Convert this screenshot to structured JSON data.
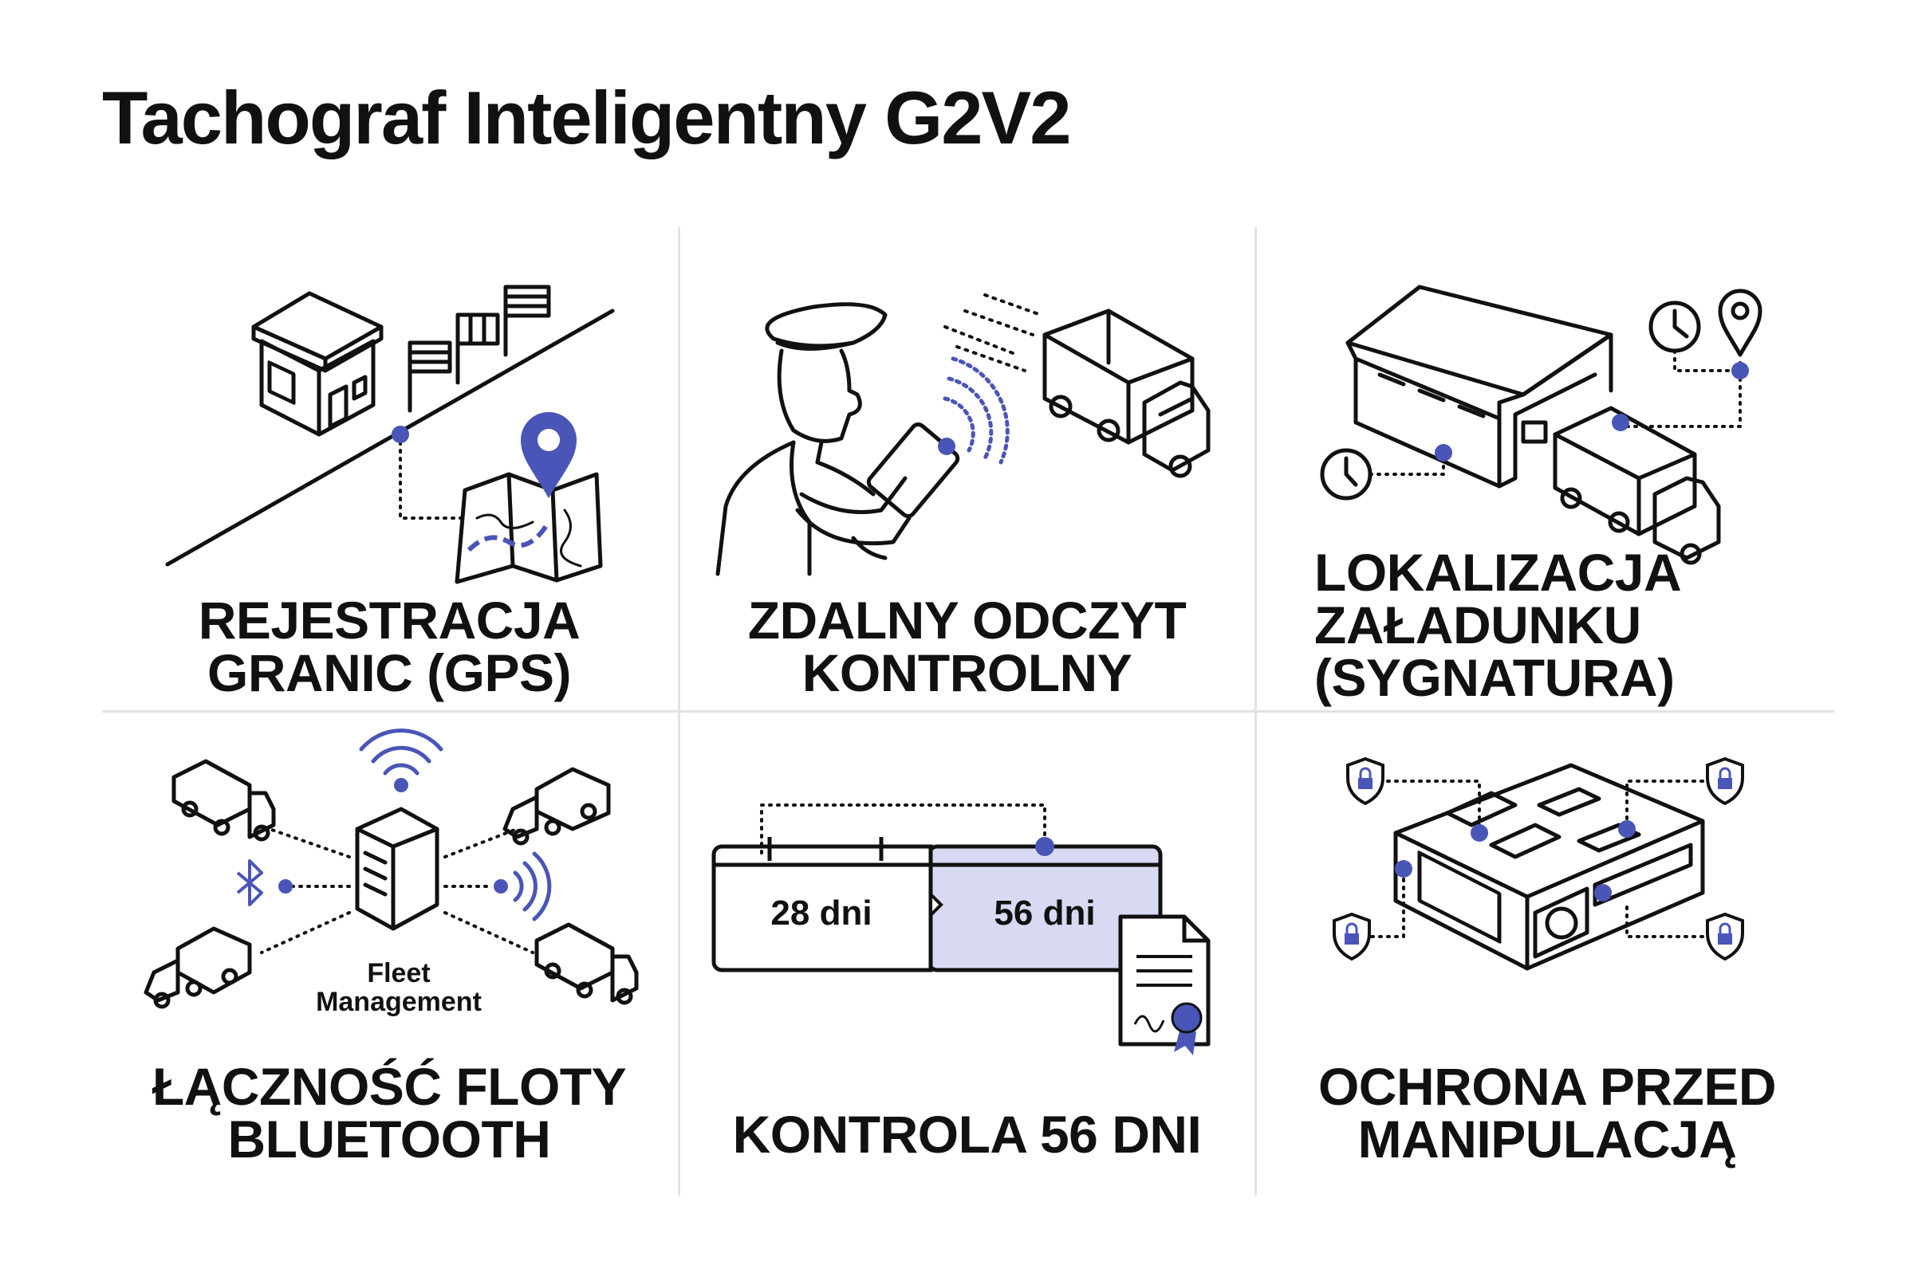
{
  "title": "Tachograf Inteligentny G2V2",
  "colors": {
    "accent": "#4a55b8",
    "accent_fill": "#d8daf3",
    "ink": "#111111",
    "divider": "#e2e2e6"
  },
  "panels": [
    {
      "id": "gps",
      "caption_lines": [
        "REJESTRACJA",
        "GRANIC (GPS)"
      ],
      "icons": [
        "border-post-icon",
        "flags-icon",
        "map-pin-icon"
      ]
    },
    {
      "id": "remote",
      "caption_lines": [
        "ZDALNY ODCZYT",
        "KONTROLNY"
      ],
      "icons": [
        "officer-icon",
        "tablet-icon",
        "truck-icon",
        "signal-waves-icon"
      ]
    },
    {
      "id": "loading",
      "caption_lines": [
        "LOKALIZACJA",
        "ZAŁADUNKU",
        "(SYGNATURA)"
      ],
      "icons": [
        "warehouse-icon",
        "clock-icon",
        "map-pin-icon",
        "truck-icon"
      ]
    },
    {
      "id": "fleet",
      "caption_lines": [
        "ŁĄCZNOŚĆ FLOTY",
        "BLUETOOTH"
      ],
      "server_label_lines": [
        "Fleet",
        "Management"
      ],
      "icons": [
        "server-icon",
        "wifi-icon",
        "bluetooth-icon",
        "truck-icon"
      ]
    },
    {
      "id": "control",
      "caption_lines": [
        "KONTROLA 56 DNI"
      ],
      "period_1": "28 dni",
      "period_2": "56 dni",
      "icons": [
        "calendar-bar-icon",
        "certificate-icon"
      ]
    },
    {
      "id": "tamper",
      "caption_lines": [
        "OCHRONA PRZED",
        "MANIPULACJĄ"
      ],
      "icons": [
        "tachograph-device-icon",
        "lock-shield-icon"
      ]
    }
  ]
}
